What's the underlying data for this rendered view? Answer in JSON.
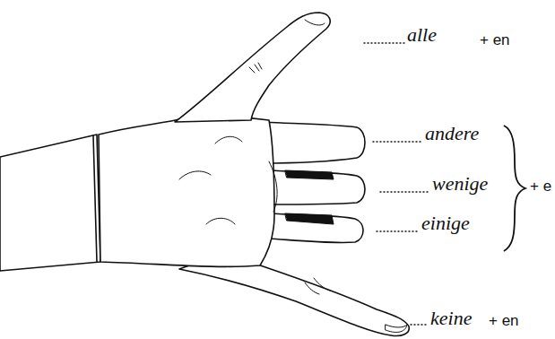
{
  "diagram": {
    "labels": [
      "alle",
      "+ en",
      "andere",
      "wenige",
      "einige",
      "+ e",
      "keine",
      "+ en"
    ]
  }
}
